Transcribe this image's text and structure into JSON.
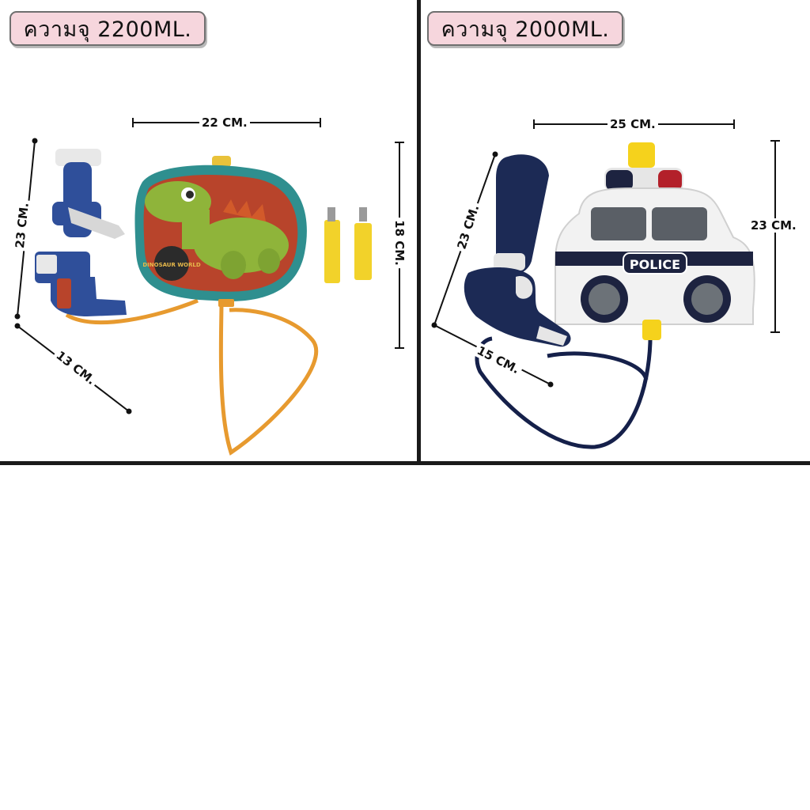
{
  "products": [
    {
      "capacity_label": "ความจุ 2200ML.",
      "dimensions": {
        "width": "22 CM.",
        "height": "18 CM.",
        "gun_height": "23 CM.",
        "gun_depth": "13 CM."
      },
      "tank_brand_text": "DINOSAUR WORLD",
      "tank_colors": {
        "shell": "#2f8f8f",
        "body": "#b8442b",
        "dino": "#8fb43a",
        "hose": "#e79a2f",
        "gun": "#2f4f9a",
        "straps": "#f2d22a"
      }
    },
    {
      "capacity_label": "ความจุ 2000ML.",
      "dimensions": {
        "width": "25 CM.",
        "height": "23 CM.",
        "gun_height": "23 CM.",
        "gun_depth": "15 CM."
      },
      "car_plate_text": "POLICE",
      "tank_colors": {
        "body": "#f2f2f2",
        "stripe": "#1d2340",
        "hose": "#15204a",
        "gun": "#1c2a55",
        "light_yellow": "#f5d21c",
        "light_red": "#b3202a"
      }
    }
  ]
}
